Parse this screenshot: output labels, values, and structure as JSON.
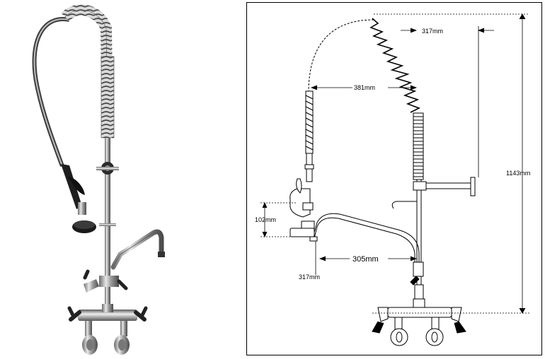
{
  "photo": {
    "subject": "pre-rinse faucet photo"
  },
  "drawing": {
    "dimensions": {
      "top_offset": "317mm",
      "reach": "381mm",
      "height": "1143mm",
      "spray_height": "102mm",
      "spout_length": "305mm",
      "base_offset": "317mm"
    }
  }
}
